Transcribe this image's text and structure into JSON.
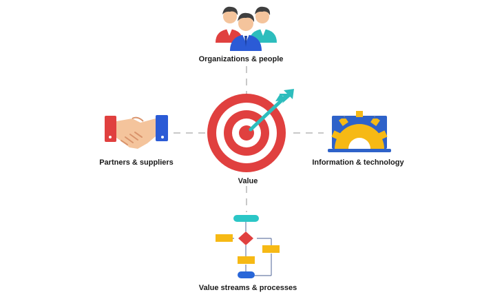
{
  "diagram": {
    "center": {
      "label": "Value",
      "icon": "target-icon"
    },
    "nodes": [
      {
        "id": "top",
        "label": "Organizations & people",
        "icon": "people-icon"
      },
      {
        "id": "left",
        "label": "Partners & suppliers",
        "icon": "handshake-icon"
      },
      {
        "id": "right",
        "label": "Information & technology",
        "icon": "laptop-gear-icon"
      },
      {
        "id": "bottom",
        "label": "Value streams & processes",
        "icon": "flowchart-icon"
      }
    ]
  },
  "colors": {
    "target_red": "#e0403f",
    "arrow_teal": "#2dbdbd",
    "connector_gray": "#c8c8c8",
    "gear_yellow": "#f6b915",
    "laptop_blue": "#2e62c9",
    "flow_blue": "#2866d8",
    "flow_yellow": "#f6b915",
    "flow_teal": "#2bc6c6",
    "person_red": "#e0403f",
    "person_teal": "#2dbdbd",
    "person_blue": "#2b5bd6",
    "skin": "#f4c49c",
    "hair": "#3f3f3f"
  }
}
